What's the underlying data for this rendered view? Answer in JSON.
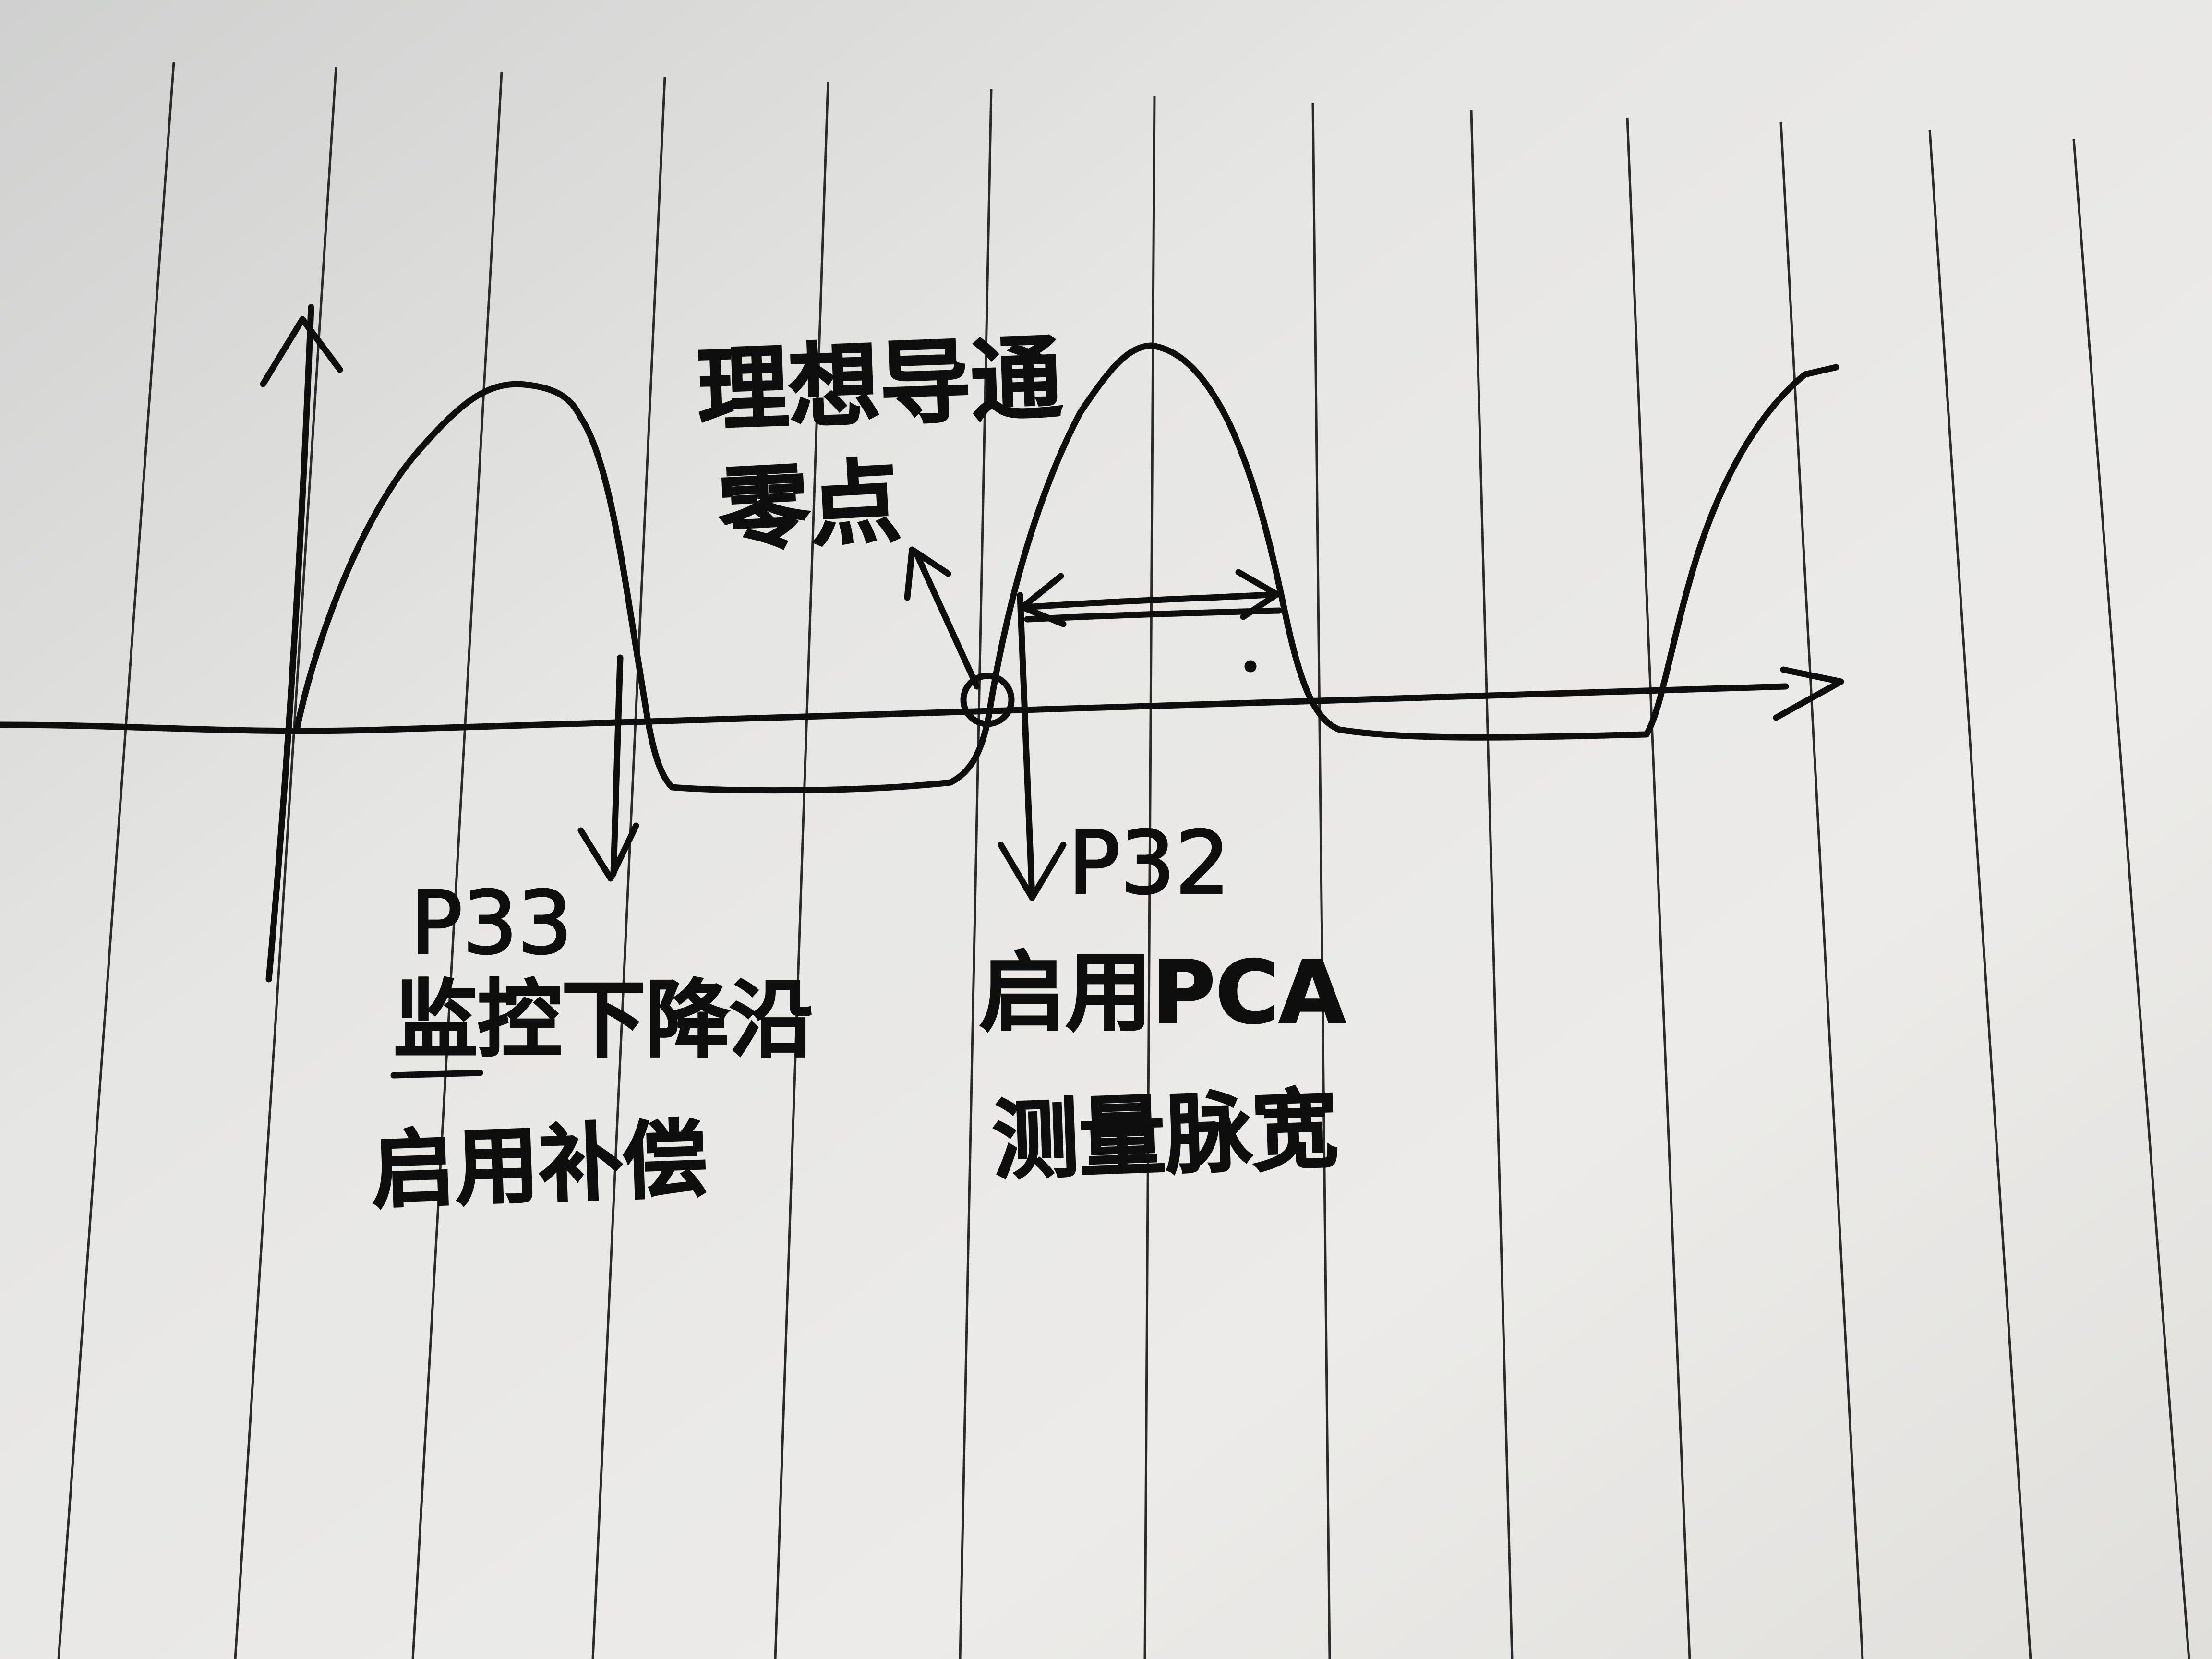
{
  "diagram": {
    "paper_color": "#e4e4e2",
    "ruling_color": "#2a2a2a",
    "ink_color": "#0e0e0e",
    "labels": {
      "zero_point": [
        "理想导通",
        "零点"
      ],
      "p33": [
        "P33",
        "监控下降沿",
        "启用补偿"
      ],
      "p32": [
        "P32",
        "启用PCA",
        "测量脉宽"
      ]
    }
  }
}
